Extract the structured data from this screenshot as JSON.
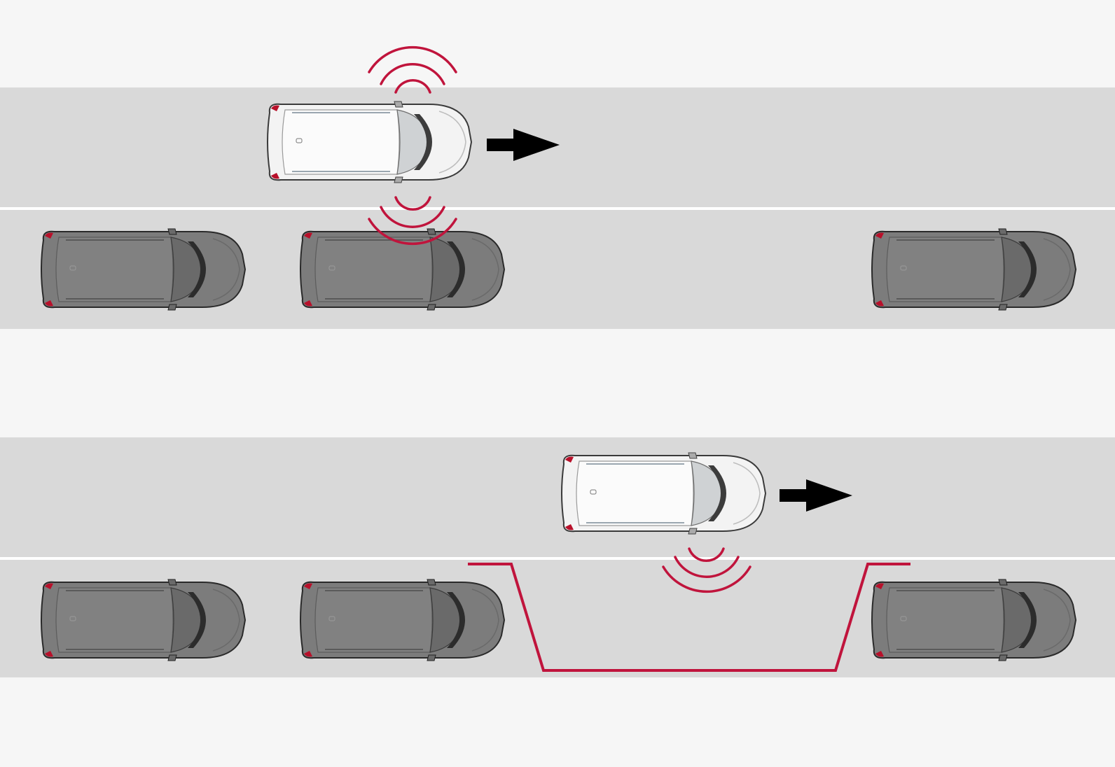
{
  "diagram": {
    "colors": {
      "background": "#f6f6f6",
      "road": "#d9d9d9",
      "lane_divider": "#ffffff",
      "sensor_waves": "#c0143c",
      "space_outline": "#c0143c",
      "direction_arrow": "#000000",
      "moving_car": "#f4f4f4",
      "parked_car": "#7a7a7a",
      "tail_light": "#b8102a"
    },
    "panels": [
      {
        "id": "searching",
        "moving_car": {
          "icon": "car-top-view-light",
          "direction": "right"
        },
        "sensor_waves": [
          "front-side",
          "rear-side"
        ],
        "parked_cars": 3,
        "space_outline": false
      },
      {
        "id": "space-detected",
        "moving_car": {
          "icon": "car-top-view-light",
          "direction": "right"
        },
        "sensor_waves": [
          "rear-side"
        ],
        "parked_cars": 3,
        "space_outline": true
      }
    ]
  }
}
